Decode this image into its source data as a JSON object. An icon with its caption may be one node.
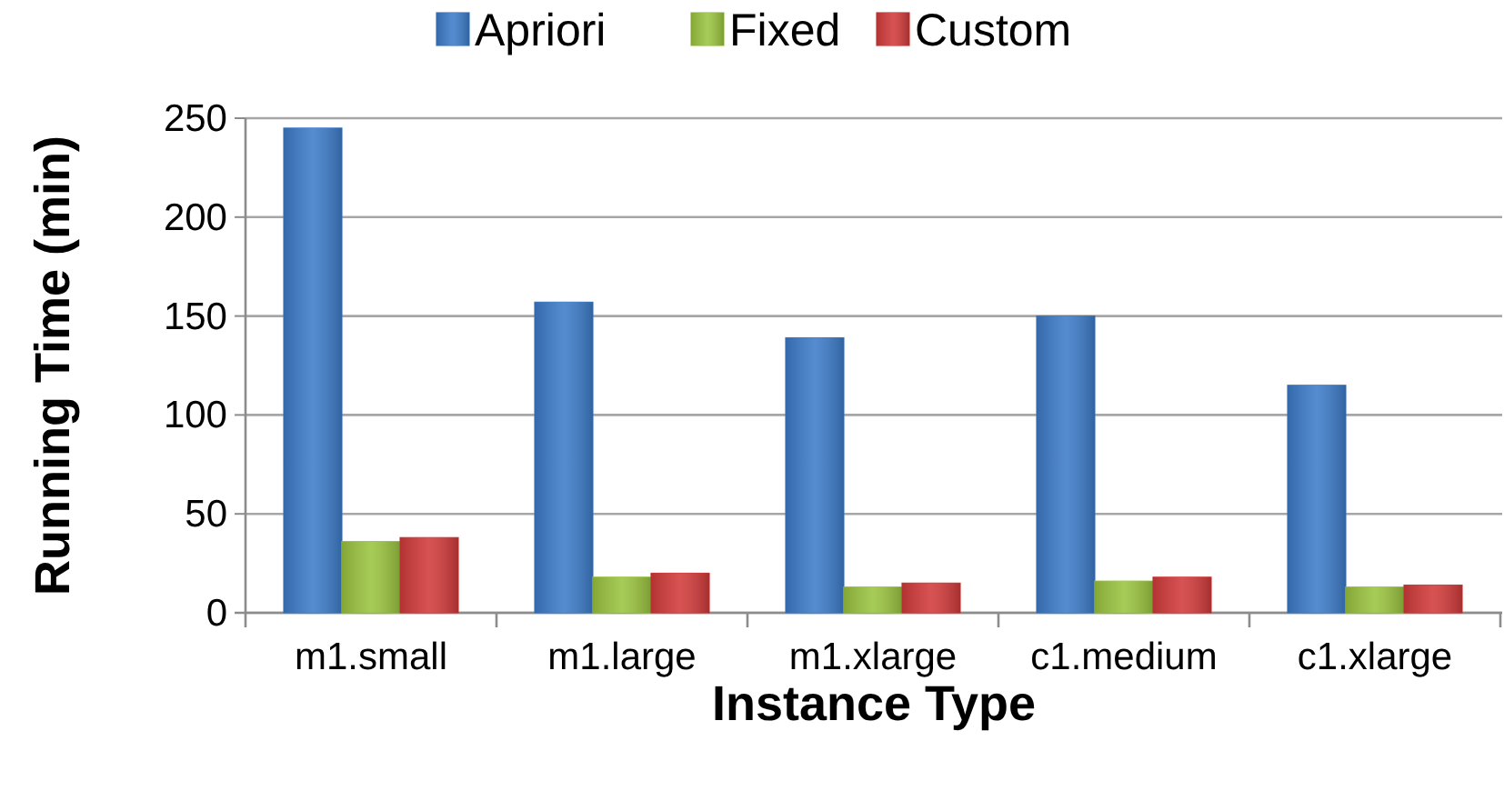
{
  "diagram": {
    "chart_data": {
      "type": "bar",
      "xlabel": "Instance Type",
      "ylabel": "Running Time (min)",
      "categories": [
        "m1.small",
        "m1.large",
        "m1.xlarge",
        "c1.medium",
        "c1.xlarge"
      ],
      "series": [
        {
          "name": "Apriori",
          "color": "#3d7cc9",
          "values": [
            245,
            157,
            139,
            150,
            115
          ]
        },
        {
          "name": "Fixed",
          "color": "#9bc440",
          "values": [
            36,
            18,
            13,
            16,
            13
          ]
        },
        {
          "name": "Custom",
          "color": "#d23b3b",
          "values": [
            38,
            20,
            15,
            18,
            14
          ]
        }
      ],
      "grid": true,
      "legend": "top",
      "ylim": [
        0,
        250
      ],
      "yticks": [
        0,
        50,
        100,
        150,
        200,
        250
      ]
    }
  }
}
